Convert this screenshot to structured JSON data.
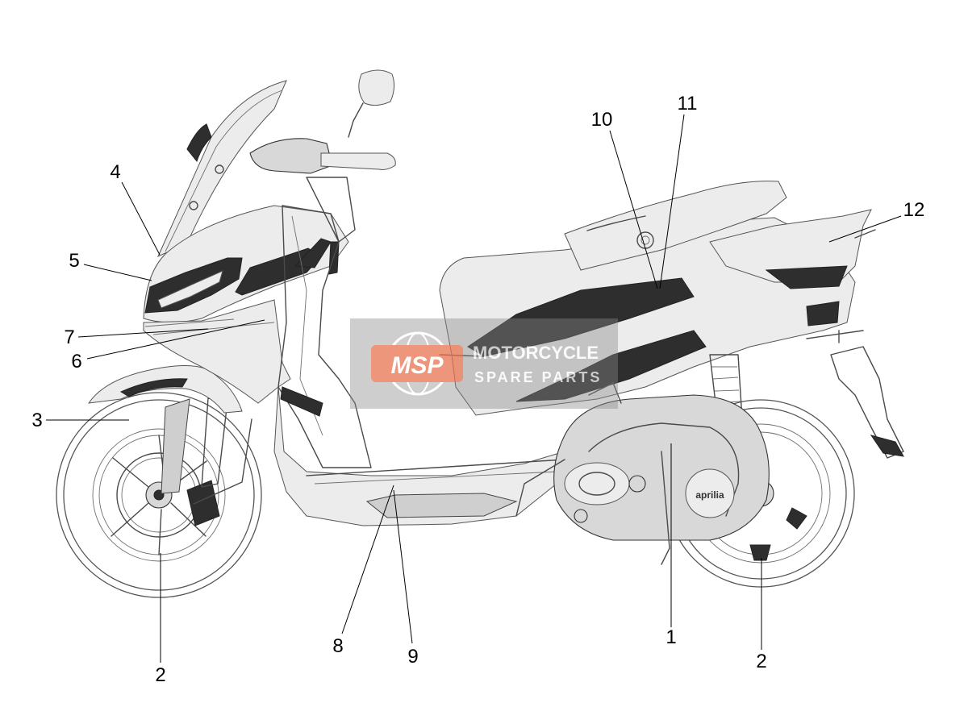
{
  "watermark": {
    "logo_text": "MSP",
    "line1": "MOTORCYCLE",
    "line2": "SPARE PARTS",
    "box_color": "#888888",
    "logo_color": "#e8744f"
  },
  "brand_mark": "aprilia",
  "callouts": [
    {
      "id": "c1",
      "label": "1"
    },
    {
      "id": "c2a",
      "label": "2"
    },
    {
      "id": "c2b",
      "label": "2"
    },
    {
      "id": "c3",
      "label": "3"
    },
    {
      "id": "c4",
      "label": "4"
    },
    {
      "id": "c5",
      "label": "5"
    },
    {
      "id": "c6",
      "label": "6"
    },
    {
      "id": "c7",
      "label": "7"
    },
    {
      "id": "c8",
      "label": "8"
    },
    {
      "id": "c9",
      "label": "9"
    },
    {
      "id": "c10",
      "label": "10"
    },
    {
      "id": "c11",
      "label": "11"
    },
    {
      "id": "c12",
      "label": "12"
    }
  ]
}
